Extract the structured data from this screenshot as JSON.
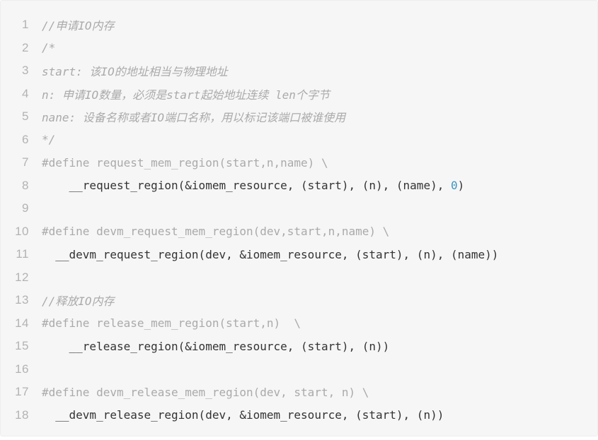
{
  "code_lines": [
    {
      "n": "1",
      "segments": [
        {
          "t": "//申请IO内存",
          "k": "comment"
        }
      ]
    },
    {
      "n": "2",
      "segments": [
        {
          "t": "/*",
          "k": "comment"
        }
      ]
    },
    {
      "n": "3",
      "segments": [
        {
          "t": "start: 该IO的地址相当与物理地址",
          "k": "comment"
        }
      ]
    },
    {
      "n": "4",
      "segments": [
        {
          "t": "n: 申请IO数量，必须是start起始地址连续 len个字节",
          "k": "comment"
        }
      ]
    },
    {
      "n": "5",
      "segments": [
        {
          "t": "nane: 设备名称或者IO端口名称，用以标记该端口被谁使用",
          "k": "comment"
        }
      ]
    },
    {
      "n": "6",
      "segments": [
        {
          "t": "*/",
          "k": "comment"
        }
      ]
    },
    {
      "n": "7",
      "segments": [
        {
          "t": "#define request_mem_region(start,n,name) \\",
          "k": "pp"
        }
      ]
    },
    {
      "n": "8",
      "segments": [
        {
          "t": "    __request_region(&iomem_resource, (start), (n), (name), ",
          "k": "plain"
        },
        {
          "t": "0",
          "k": "num"
        },
        {
          "t": ")",
          "k": "plain"
        }
      ]
    },
    {
      "n": "9",
      "segments": [
        {
          "t": "",
          "k": "plain"
        }
      ]
    },
    {
      "n": "10",
      "segments": [
        {
          "t": "#define devm_request_mem_region(dev,start,n,name) \\",
          "k": "pp"
        }
      ]
    },
    {
      "n": "11",
      "segments": [
        {
          "t": "  __devm_request_region(dev, &iomem_resource, (start), (n), (name))",
          "k": "plain"
        }
      ]
    },
    {
      "n": "12",
      "segments": [
        {
          "t": "",
          "k": "plain"
        }
      ]
    },
    {
      "n": "13",
      "segments": [
        {
          "t": "//释放IO内存",
          "k": "comment"
        }
      ]
    },
    {
      "n": "14",
      "segments": [
        {
          "t": "#define release_mem_region(start,n)  \\",
          "k": "pp"
        }
      ]
    },
    {
      "n": "15",
      "segments": [
        {
          "t": "    __release_region(&iomem_resource, (start), (n))",
          "k": "plain"
        }
      ]
    },
    {
      "n": "16",
      "segments": [
        {
          "t": "",
          "k": "plain"
        }
      ]
    },
    {
      "n": "17",
      "segments": [
        {
          "t": "#define devm_release_mem_region(dev, start, n) \\",
          "k": "pp"
        }
      ]
    },
    {
      "n": "18",
      "segments": [
        {
          "t": "  __devm_release_region(dev, &iomem_resource, (start), (n))",
          "k": "plain"
        }
      ]
    }
  ]
}
